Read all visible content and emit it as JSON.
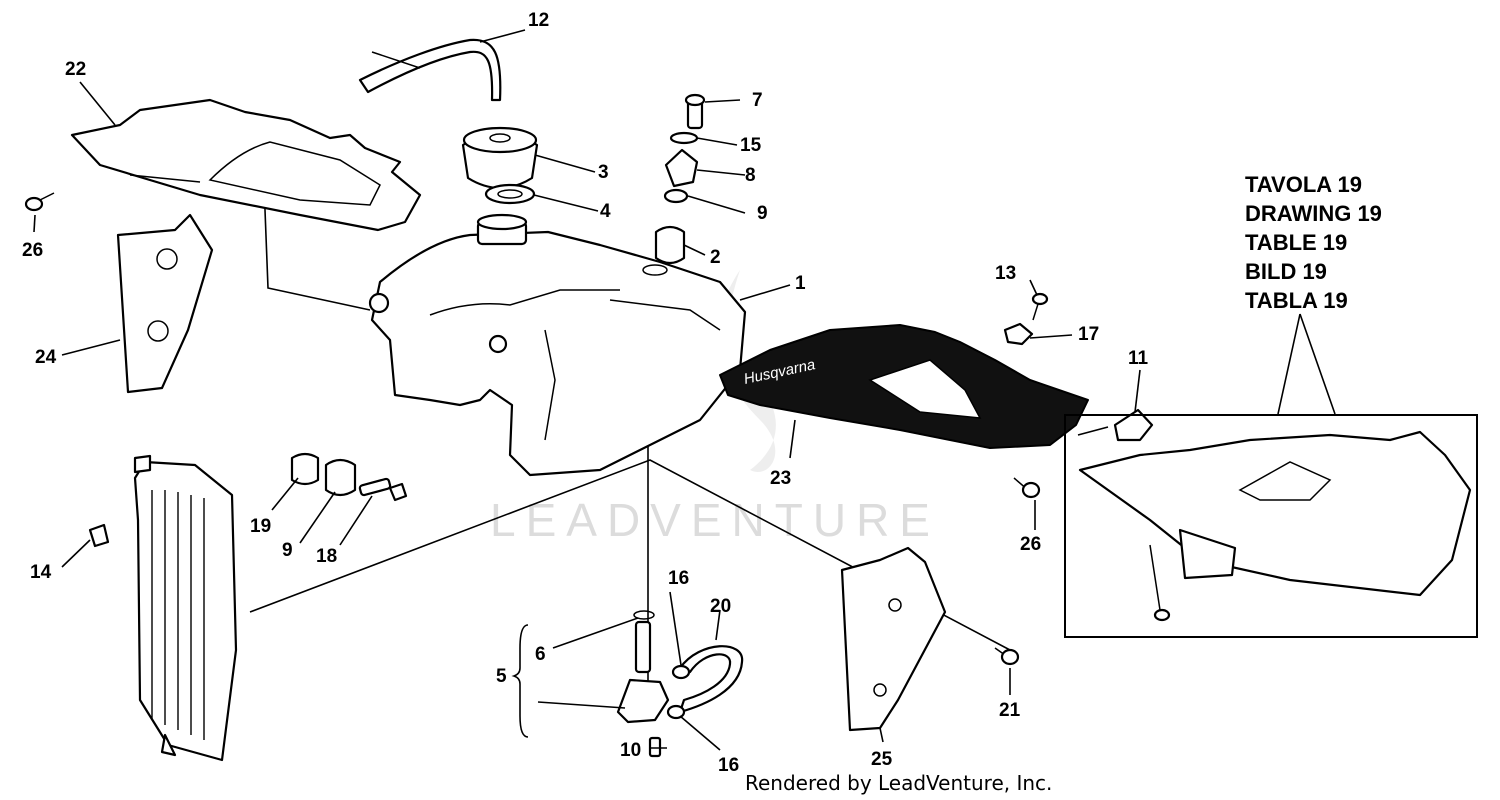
{
  "watermark": "LEADVENTURE",
  "footer": "Rendered by LeadVenture, Inc.",
  "brand_label": "Husqvarna",
  "reference_lines": [
    "TAVOLA 19",
    "DRAWING 19",
    "TABLE 19",
    "BILD 19",
    "TABLA 19"
  ],
  "callouts": {
    "c1": "1",
    "c2": "2",
    "c3": "3",
    "c4": "4",
    "c5": "5",
    "c6": "6",
    "c7": "7",
    "c8": "8",
    "c9a": "9",
    "c9b": "9",
    "c10": "10",
    "c11": "11",
    "c12": "12",
    "c13": "13",
    "c14": "14",
    "c15": "15",
    "c16a": "16",
    "c16b": "16",
    "c17": "17",
    "c18": "18",
    "c19": "19",
    "c20": "20",
    "c21": "21",
    "c22": "22",
    "c23": "23",
    "c24": "24",
    "c25": "25",
    "c26a": "26",
    "c26b": "26"
  }
}
